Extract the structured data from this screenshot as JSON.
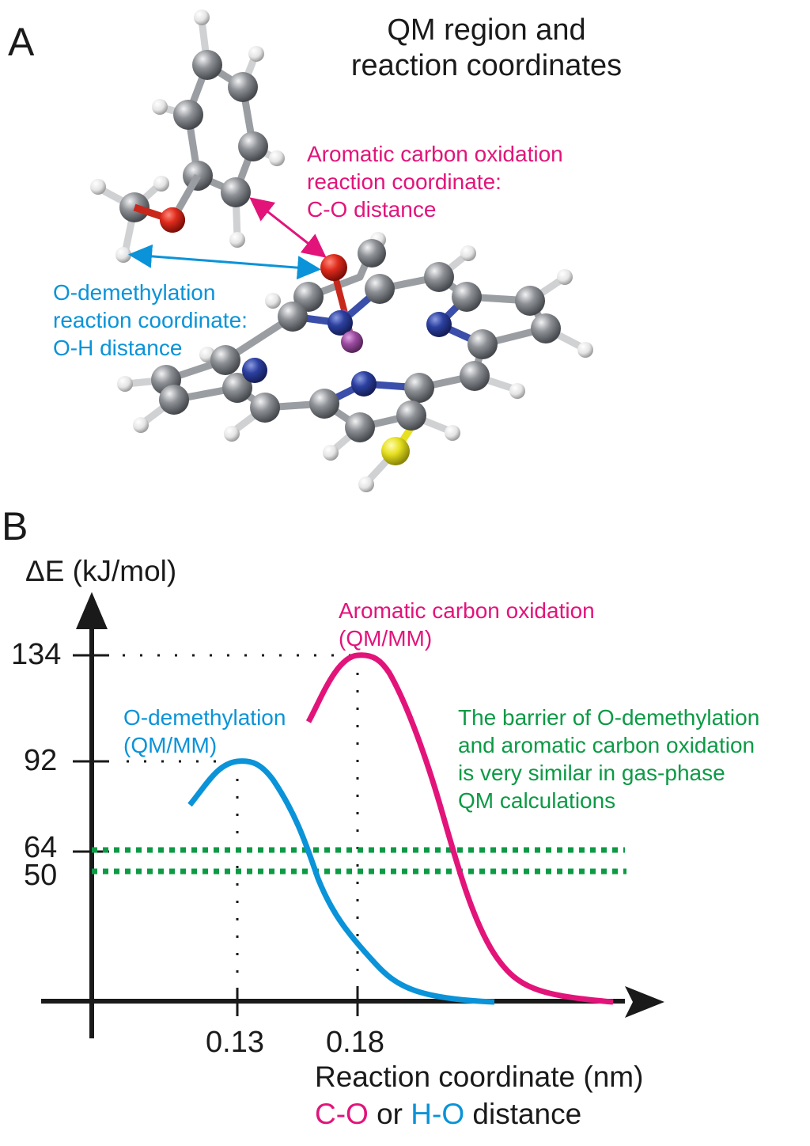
{
  "panel_a": {
    "letter": "A",
    "title_line1": "QM region and",
    "title_line2": "reaction coordinates",
    "annotation_aromatic": {
      "line1": "Aromatic carbon oxidation",
      "line2": "reaction coordinate:",
      "line3": "C-O distance",
      "color": "#e2147a"
    },
    "annotation_demethylation": {
      "line1": "O-demethylation",
      "line2": "reaction coordinate:",
      "line3": "O-H distance",
      "color": "#0a93d8"
    },
    "atom_colors": {
      "carbon": "#8a8d91",
      "hydrogen": "#e8e8e8",
      "oxygen": "#d42a1e",
      "nitrogen": "#2a3e9a",
      "iron": "#9a4a9e",
      "sulfur": "#e6e020"
    }
  },
  "panel_b": {
    "letter": "B",
    "ylabel": "ΔE (kJ/mol)",
    "xlabel_line1": "Reaction coordinate (nm)",
    "xlabel_line2_part1": "C-O",
    "xlabel_line2_part2": " or ",
    "xlabel_line2_part3": "H-O",
    "xlabel_line2_part4": " distance",
    "yticks": [
      "134",
      "92",
      "64",
      "50"
    ],
    "xticks": [
      "0.13",
      "0.18"
    ],
    "series_label_aromatic_1": "Aromatic carbon oxidation",
    "series_label_aromatic_2": "(QM/MM)",
    "series_label_demeth_1": "O-demethylation",
    "series_label_demeth_2": "(QM/MM)",
    "note_line1": "The barrier of O-demethylation",
    "note_line2": "and aromatic carbon oxidation",
    "note_line3": "is very similar in gas-phase",
    "note_line4": "QM calculations"
  },
  "chart_data": {
    "type": "line",
    "title": "",
    "xlabel": "Reaction coordinate (nm) — C-O or H-O distance",
    "ylabel": "ΔE (kJ/mol)",
    "xticks": [
      0.13,
      0.18
    ],
    "yticks": [
      50,
      64,
      92,
      134
    ],
    "series": [
      {
        "name": "O-demethylation (QM/MM)",
        "color": "#0a93d8",
        "x": [
          0.11,
          0.12,
          0.13,
          0.14,
          0.15,
          0.16,
          0.17,
          0.18,
          0.19,
          0.2,
          0.215
        ],
        "y": [
          80,
          89,
          92,
          88,
          76,
          58,
          42,
          24,
          10,
          3,
          0
        ]
      },
      {
        "name": "Aromatic carbon oxidation (QM/MM)",
        "color": "#e2147a",
        "x": [
          0.16,
          0.17,
          0.18,
          0.19,
          0.2,
          0.21,
          0.22,
          0.23,
          0.24,
          0.26,
          0.27
        ],
        "y": [
          106,
          126,
          134,
          128,
          104,
          78,
          52,
          28,
          10,
          2,
          0
        ]
      }
    ],
    "reference_lines": [
      {
        "name": "gas-phase QM barrier (aromatic carbon oxidation)",
        "y": 64,
        "style": "dotted",
        "color": "#0c9a45"
      },
      {
        "name": "gas-phase QM barrier (O-demethylation)",
        "y": 50,
        "style": "dotted",
        "color": "#0c9a45"
      }
    ],
    "annotations": [
      "The barrier of O-demethylation and aromatic carbon oxidation is very similar in gas-phase QM calculations"
    ],
    "grid": false,
    "legend": "inline labels"
  }
}
